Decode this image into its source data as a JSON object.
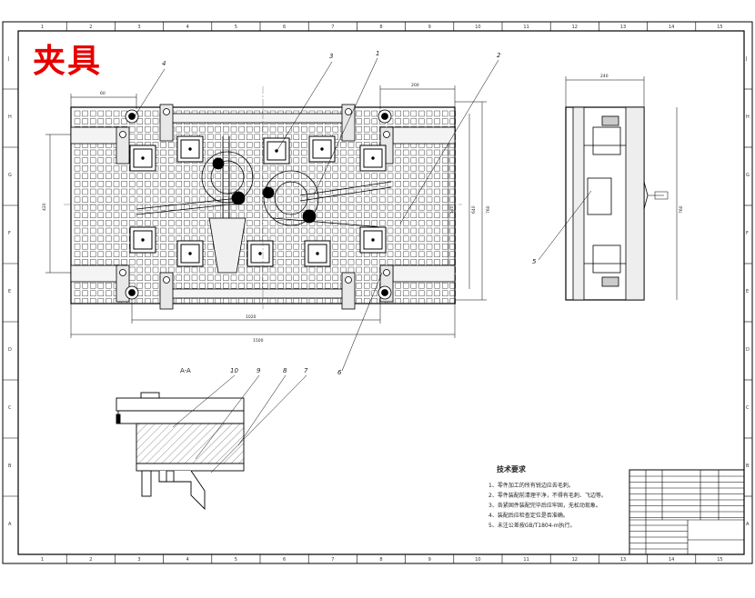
{
  "drawing": {
    "title_cn": "夹具",
    "section_label": "A-A",
    "balloons": [
      "1",
      "2",
      "3",
      "4",
      "5",
      "6",
      "7",
      "8",
      "9",
      "10"
    ],
    "tech_req_title": "技术要求",
    "tech_req_notes": [
      "1、零件加工的所有锐边应去毛刺。",
      "2、零件装配前清理干净，不得有毛刺、飞边等。",
      "3、各紧固件装配完毕后应牢固，无松动现象。",
      "4、装配后应检查定位是否准确。",
      "5、未注公差按GB/T1804-m执行。"
    ],
    "border_cols": [
      "1",
      "2",
      "3",
      "4",
      "5",
      "6",
      "7",
      "8",
      "9",
      "10",
      "11",
      "12",
      "13",
      "14",
      "15"
    ],
    "border_rows": [
      "A",
      "B",
      "C",
      "D",
      "E",
      "F",
      "G",
      "H",
      "J"
    ],
    "colors": {
      "frame": "#000000",
      "title": "#e60000",
      "grid": "#333333"
    }
  }
}
